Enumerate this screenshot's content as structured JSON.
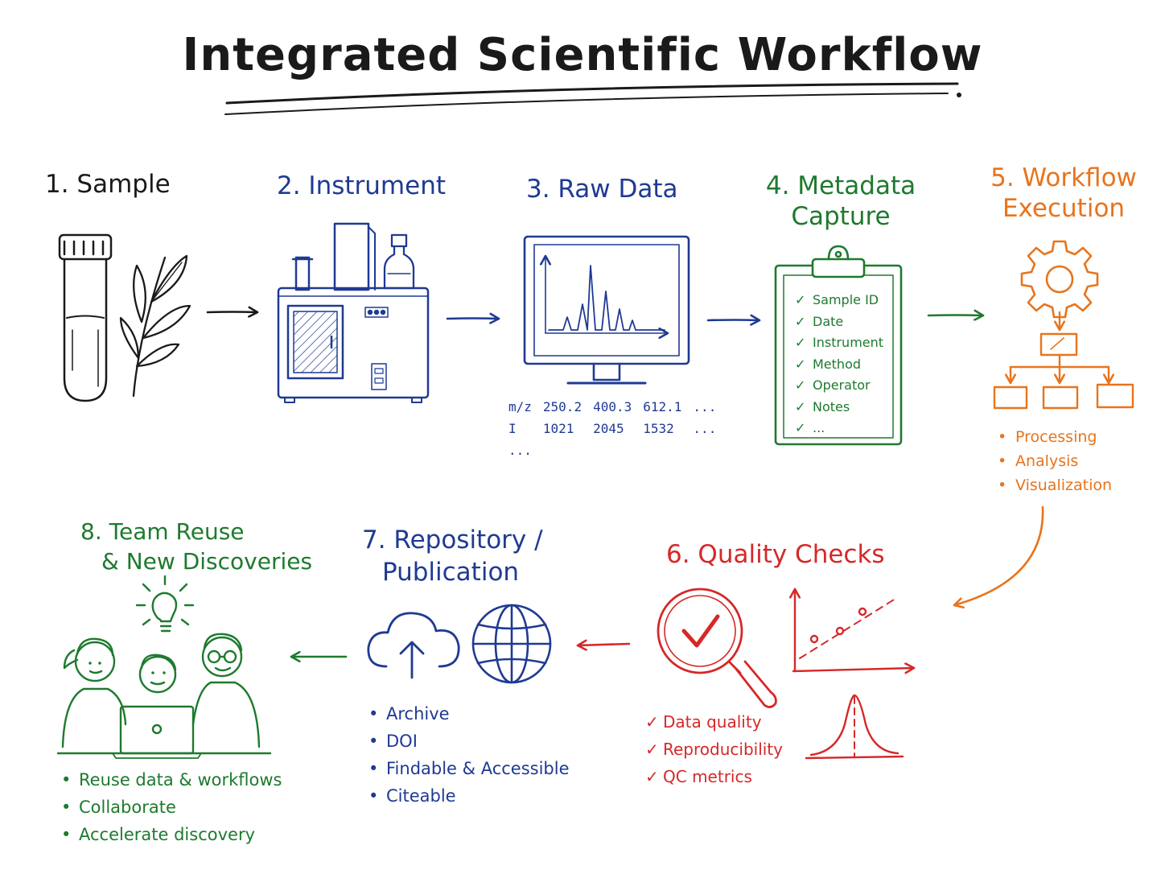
{
  "title": "Integrated Scientific Workflow",
  "colors": {
    "black": "#1a1a1a",
    "blue": "#1f3a93",
    "green": "#1e7a2e",
    "orange": "#e8741c",
    "red": "#d62828"
  },
  "steps": {
    "sample": {
      "label": "1. Sample"
    },
    "instrument": {
      "label": "2. Instrument"
    },
    "raw_data": {
      "label": "3. Raw Data",
      "table": [
        [
          "m/z",
          "250.2",
          "400.3",
          "612.1",
          "..."
        ],
        [
          "I",
          "1021",
          "2045",
          "1532",
          "..."
        ],
        [
          "...",
          "",
          "",
          "",
          ""
        ]
      ]
    },
    "metadata": {
      "label_line1": "4. Metadata",
      "label_line2": "Capture",
      "items": [
        "Sample ID",
        "Date",
        "Instrument",
        "Method",
        "Operator",
        "Notes",
        "..."
      ]
    },
    "workflow": {
      "label_line1": "5. Workflow",
      "label_line2": "Execution",
      "items": [
        "Processing",
        "Analysis",
        "Visualization"
      ]
    },
    "quality": {
      "label": "6. Quality Checks",
      "items": [
        "Data quality",
        "Reproducibility",
        "QC metrics"
      ]
    },
    "repository": {
      "label_line1": "7. Repository /",
      "label_line2": "Publication",
      "items": [
        "Archive",
        "DOI",
        "Findable & Accessible",
        "Citeable"
      ]
    },
    "team": {
      "label_line1": "8. Team Reuse",
      "label_line2": "& New Discoveries",
      "items": [
        "Reuse data & workflows",
        "Collaborate",
        "Accelerate discovery"
      ]
    }
  },
  "icons": [
    "test-tube-icon",
    "plant-sprig-icon",
    "lab-instrument-icon",
    "bottle-icon",
    "monitor-spectrum-icon",
    "clipboard-icon",
    "gear-icon",
    "flowchart-icon",
    "magnifier-check-icon",
    "scatter-trend-icon",
    "bell-curve-icon",
    "cloud-upload-icon",
    "globe-icon",
    "lightbulb-icon",
    "team-laptop-icon"
  ]
}
